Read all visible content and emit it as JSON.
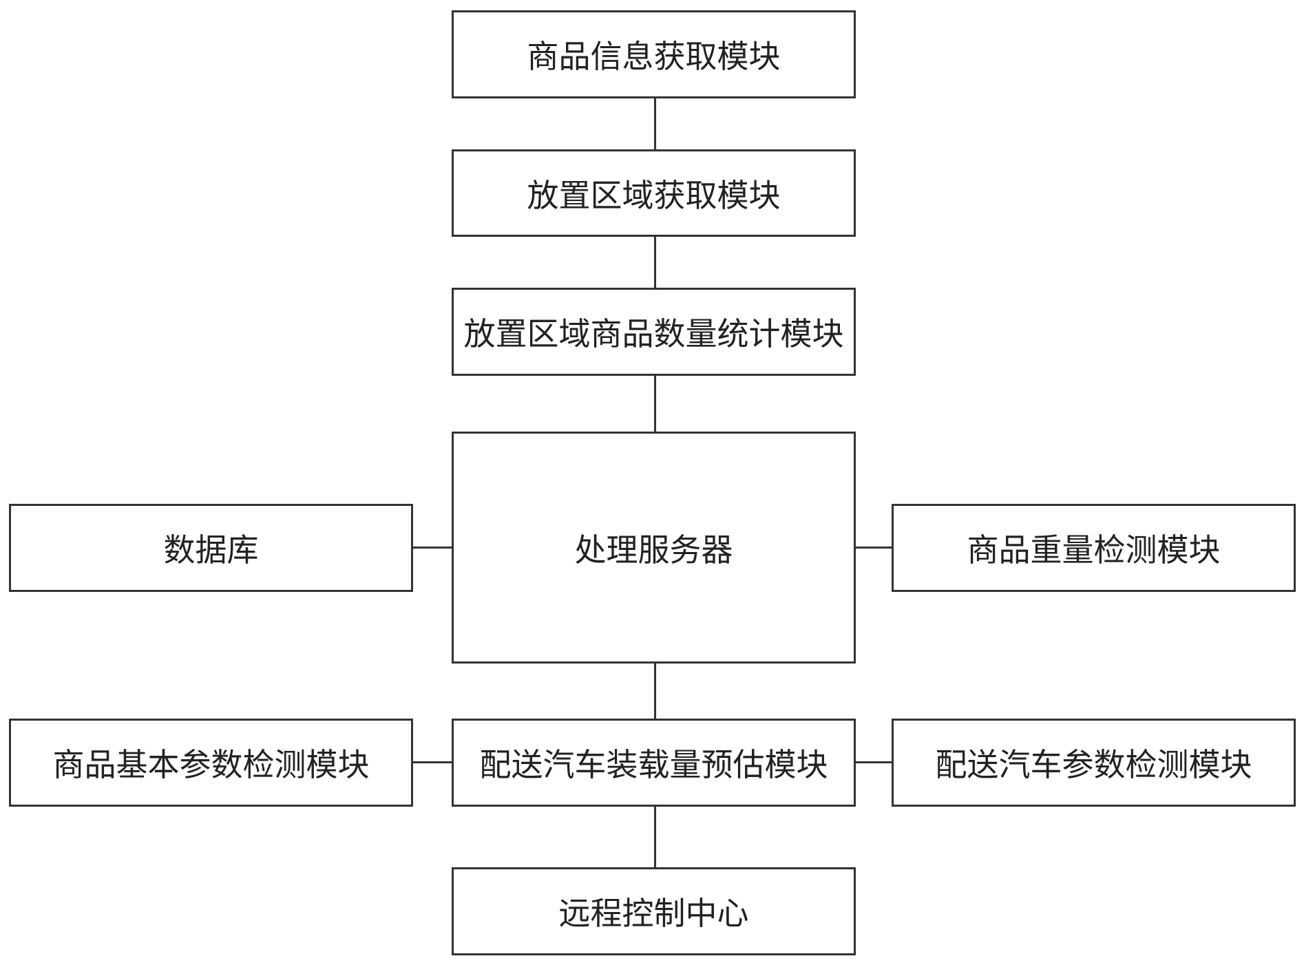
{
  "nodes": {
    "product_info": "商品信息获取模块",
    "area_acquire": "放置区域获取模块",
    "area_count": "放置区域商品数量统计模块",
    "server": "处理服务器",
    "database": "数据库",
    "weight_detect": "商品重量检测模块",
    "basic_param_detect": "商品基本参数检测模块",
    "load_estimate": "配送汽车装载量预估模块",
    "vehicle_param_detect": "配送汽车参数检测模块",
    "remote_center": "远程控制中心"
  },
  "colors": {
    "line": "#333333",
    "text": "#222222",
    "background": "#ffffff"
  }
}
